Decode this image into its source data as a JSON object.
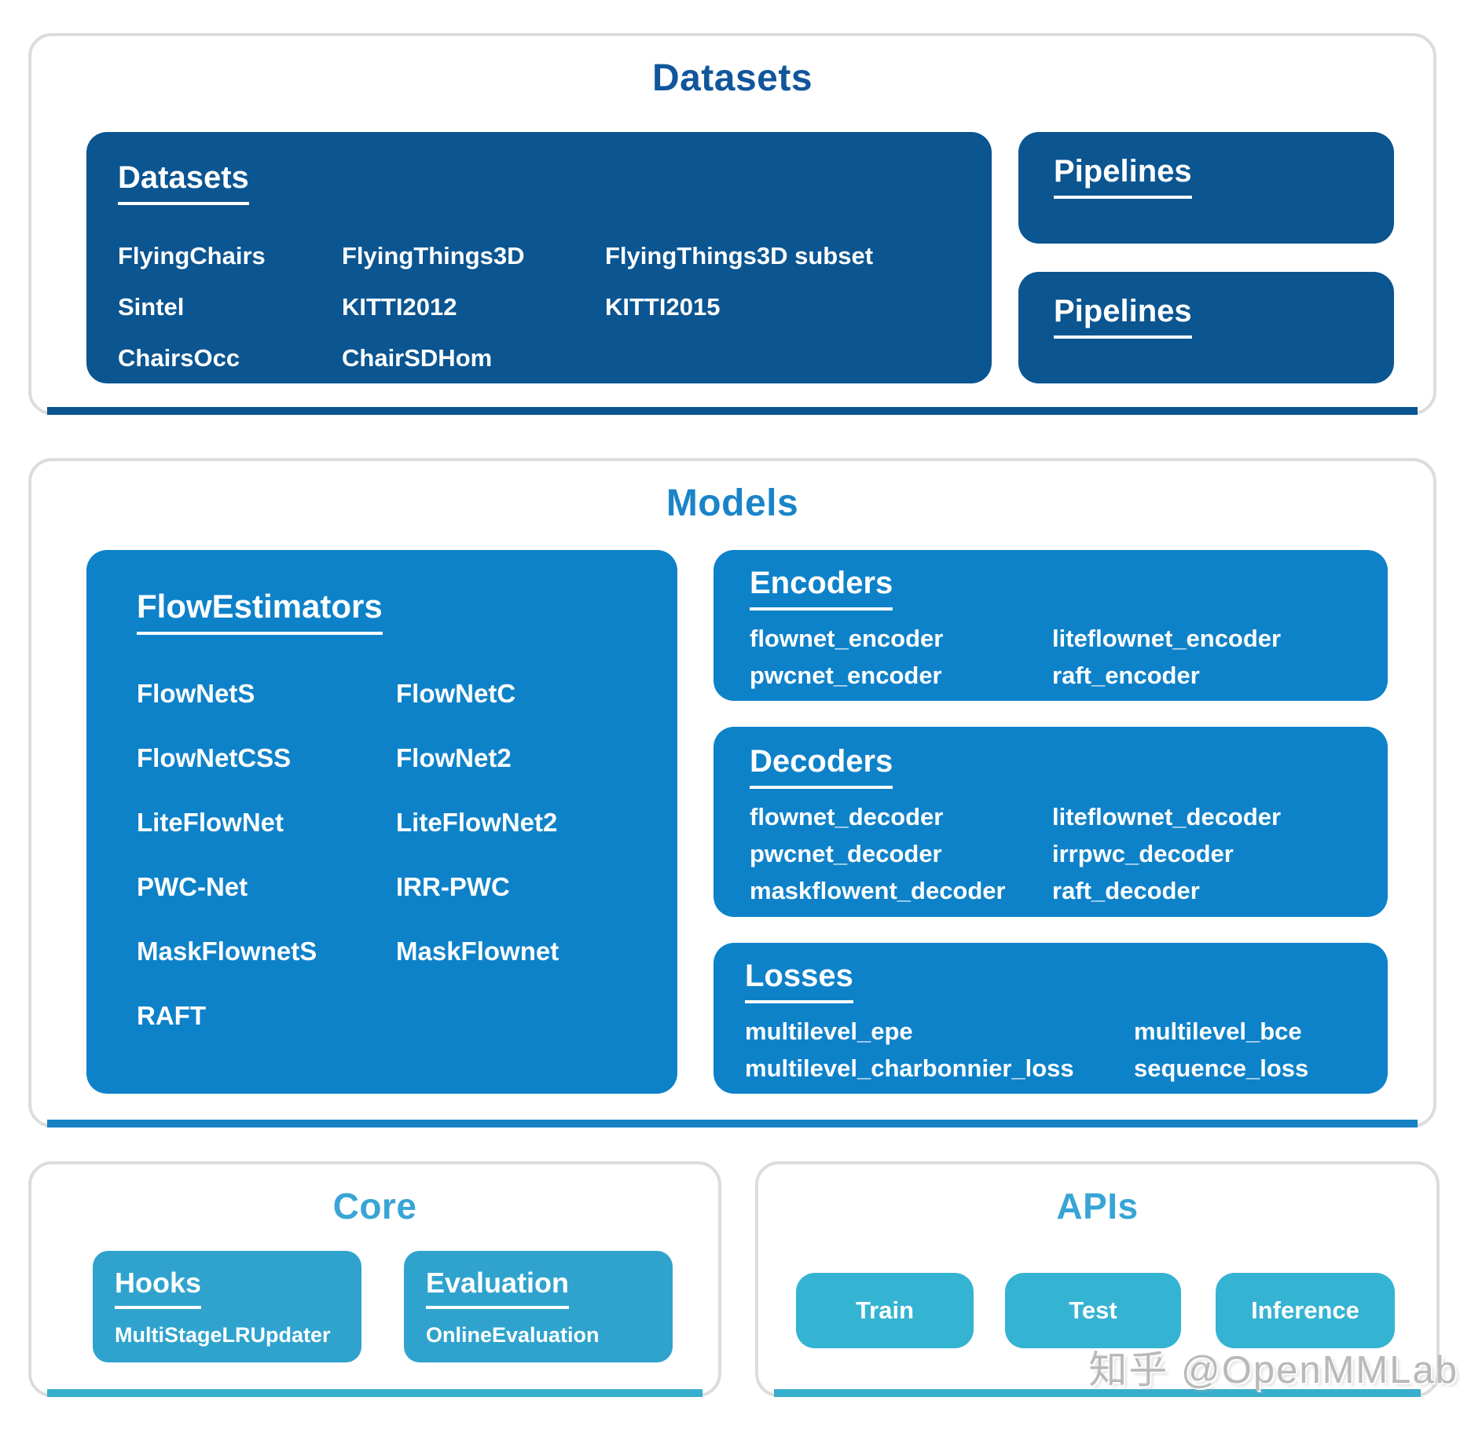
{
  "watermark": "知乎 @OpenMMLab",
  "colors": {
    "dark_navy_box": "#0b5591",
    "light_blue_box": "#0e82c9",
    "teal_box": "#2fa3ce",
    "teal_button": "#35b3d2",
    "datasets_title": "#11569b",
    "models_title": "#1b84c9",
    "core_apis_title": "#38a5d5",
    "card_border": "#dcdcdc"
  },
  "sections": {
    "datasets": {
      "title": "Datasets",
      "datasets_box": {
        "header": "Datasets",
        "items": [
          "FlyingChairs",
          "FlyingThings3D",
          "FlyingThings3D subset",
          "Sintel",
          "KITTI2012",
          "KITTI2015",
          "ChairsOcc",
          "ChairSDHom"
        ]
      },
      "pipelines_boxes": [
        {
          "header": "Pipelines"
        },
        {
          "header": "Pipelines"
        }
      ]
    },
    "models": {
      "title": "Models",
      "flow_estimators": {
        "header": "FlowEstimators",
        "items": [
          "FlowNetS",
          "FlowNetC",
          "FlowNetCSS",
          "FlowNet2",
          "LiteFlowNet",
          "LiteFlowNet2",
          "PWC-Net",
          "IRR-PWC",
          "MaskFlownetS",
          "MaskFlownet",
          "RAFT"
        ]
      },
      "encoders": {
        "header": "Encoders",
        "items": [
          "flownet_encoder",
          "liteflownet_encoder",
          "pwcnet_encoder",
          "raft_encoder"
        ]
      },
      "decoders": {
        "header": "Decoders",
        "items": [
          "flownet_decoder",
          "liteflownet_decoder",
          "pwcnet_decoder",
          "irrpwc_decoder",
          "maskflowent_decoder",
          "raft_decoder"
        ]
      },
      "losses": {
        "header": "Losses",
        "items": [
          "multilevel_epe",
          "multilevel_bce",
          "multilevel_charbonnier_loss",
          "sequence_loss"
        ]
      }
    },
    "core": {
      "title": "Core",
      "hooks": {
        "header": "Hooks",
        "item": "MultiStageLRUpdater"
      },
      "evaluation": {
        "header": "Evaluation",
        "item": "OnlineEvaluation"
      }
    },
    "apis": {
      "title": "APIs",
      "buttons": [
        "Train",
        "Test",
        "Inference"
      ]
    }
  }
}
